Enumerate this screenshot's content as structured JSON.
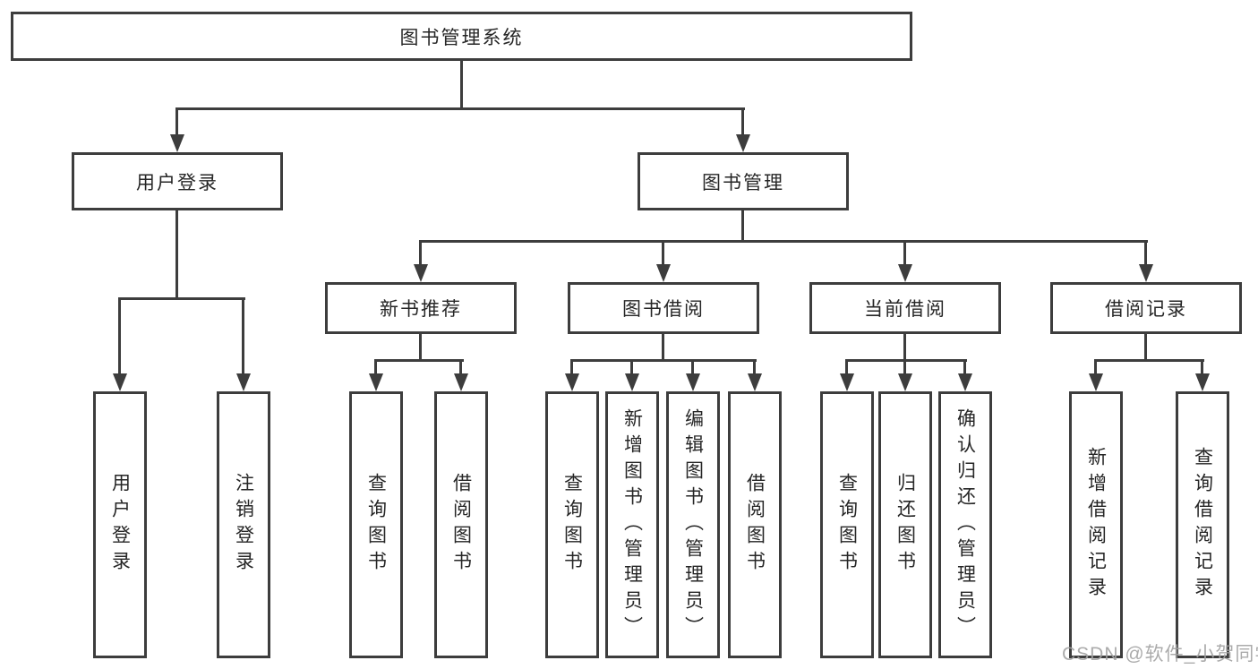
{
  "diagram": {
    "root": "图书管理系统",
    "branches": {
      "user_login": {
        "label": "用户登录",
        "children": [
          "用户登录",
          "注销登录"
        ]
      },
      "book_management": {
        "label": "图书管理",
        "sections": [
          {
            "label": "新书推荐",
            "children": [
              "查询图书",
              "借阅图书"
            ]
          },
          {
            "label": "图书借阅",
            "children": [
              "查询图书",
              "新增图书（管理员）",
              "编辑图书（管理员）",
              "借阅图书"
            ]
          },
          {
            "label": "当前借阅",
            "children": [
              "查询图书",
              "归还图书",
              "确认归还（管理员）"
            ]
          },
          {
            "label": "借阅记录",
            "children": [
              "新增借阅记录",
              "查询借阅记录"
            ]
          }
        ]
      }
    },
    "watermark": "CSDN @软件_小贺同学",
    "colors": {
      "line": "#3d3d3d",
      "text": "#262626",
      "watermark": "#a3a3a3",
      "background": "#ffffff"
    }
  }
}
